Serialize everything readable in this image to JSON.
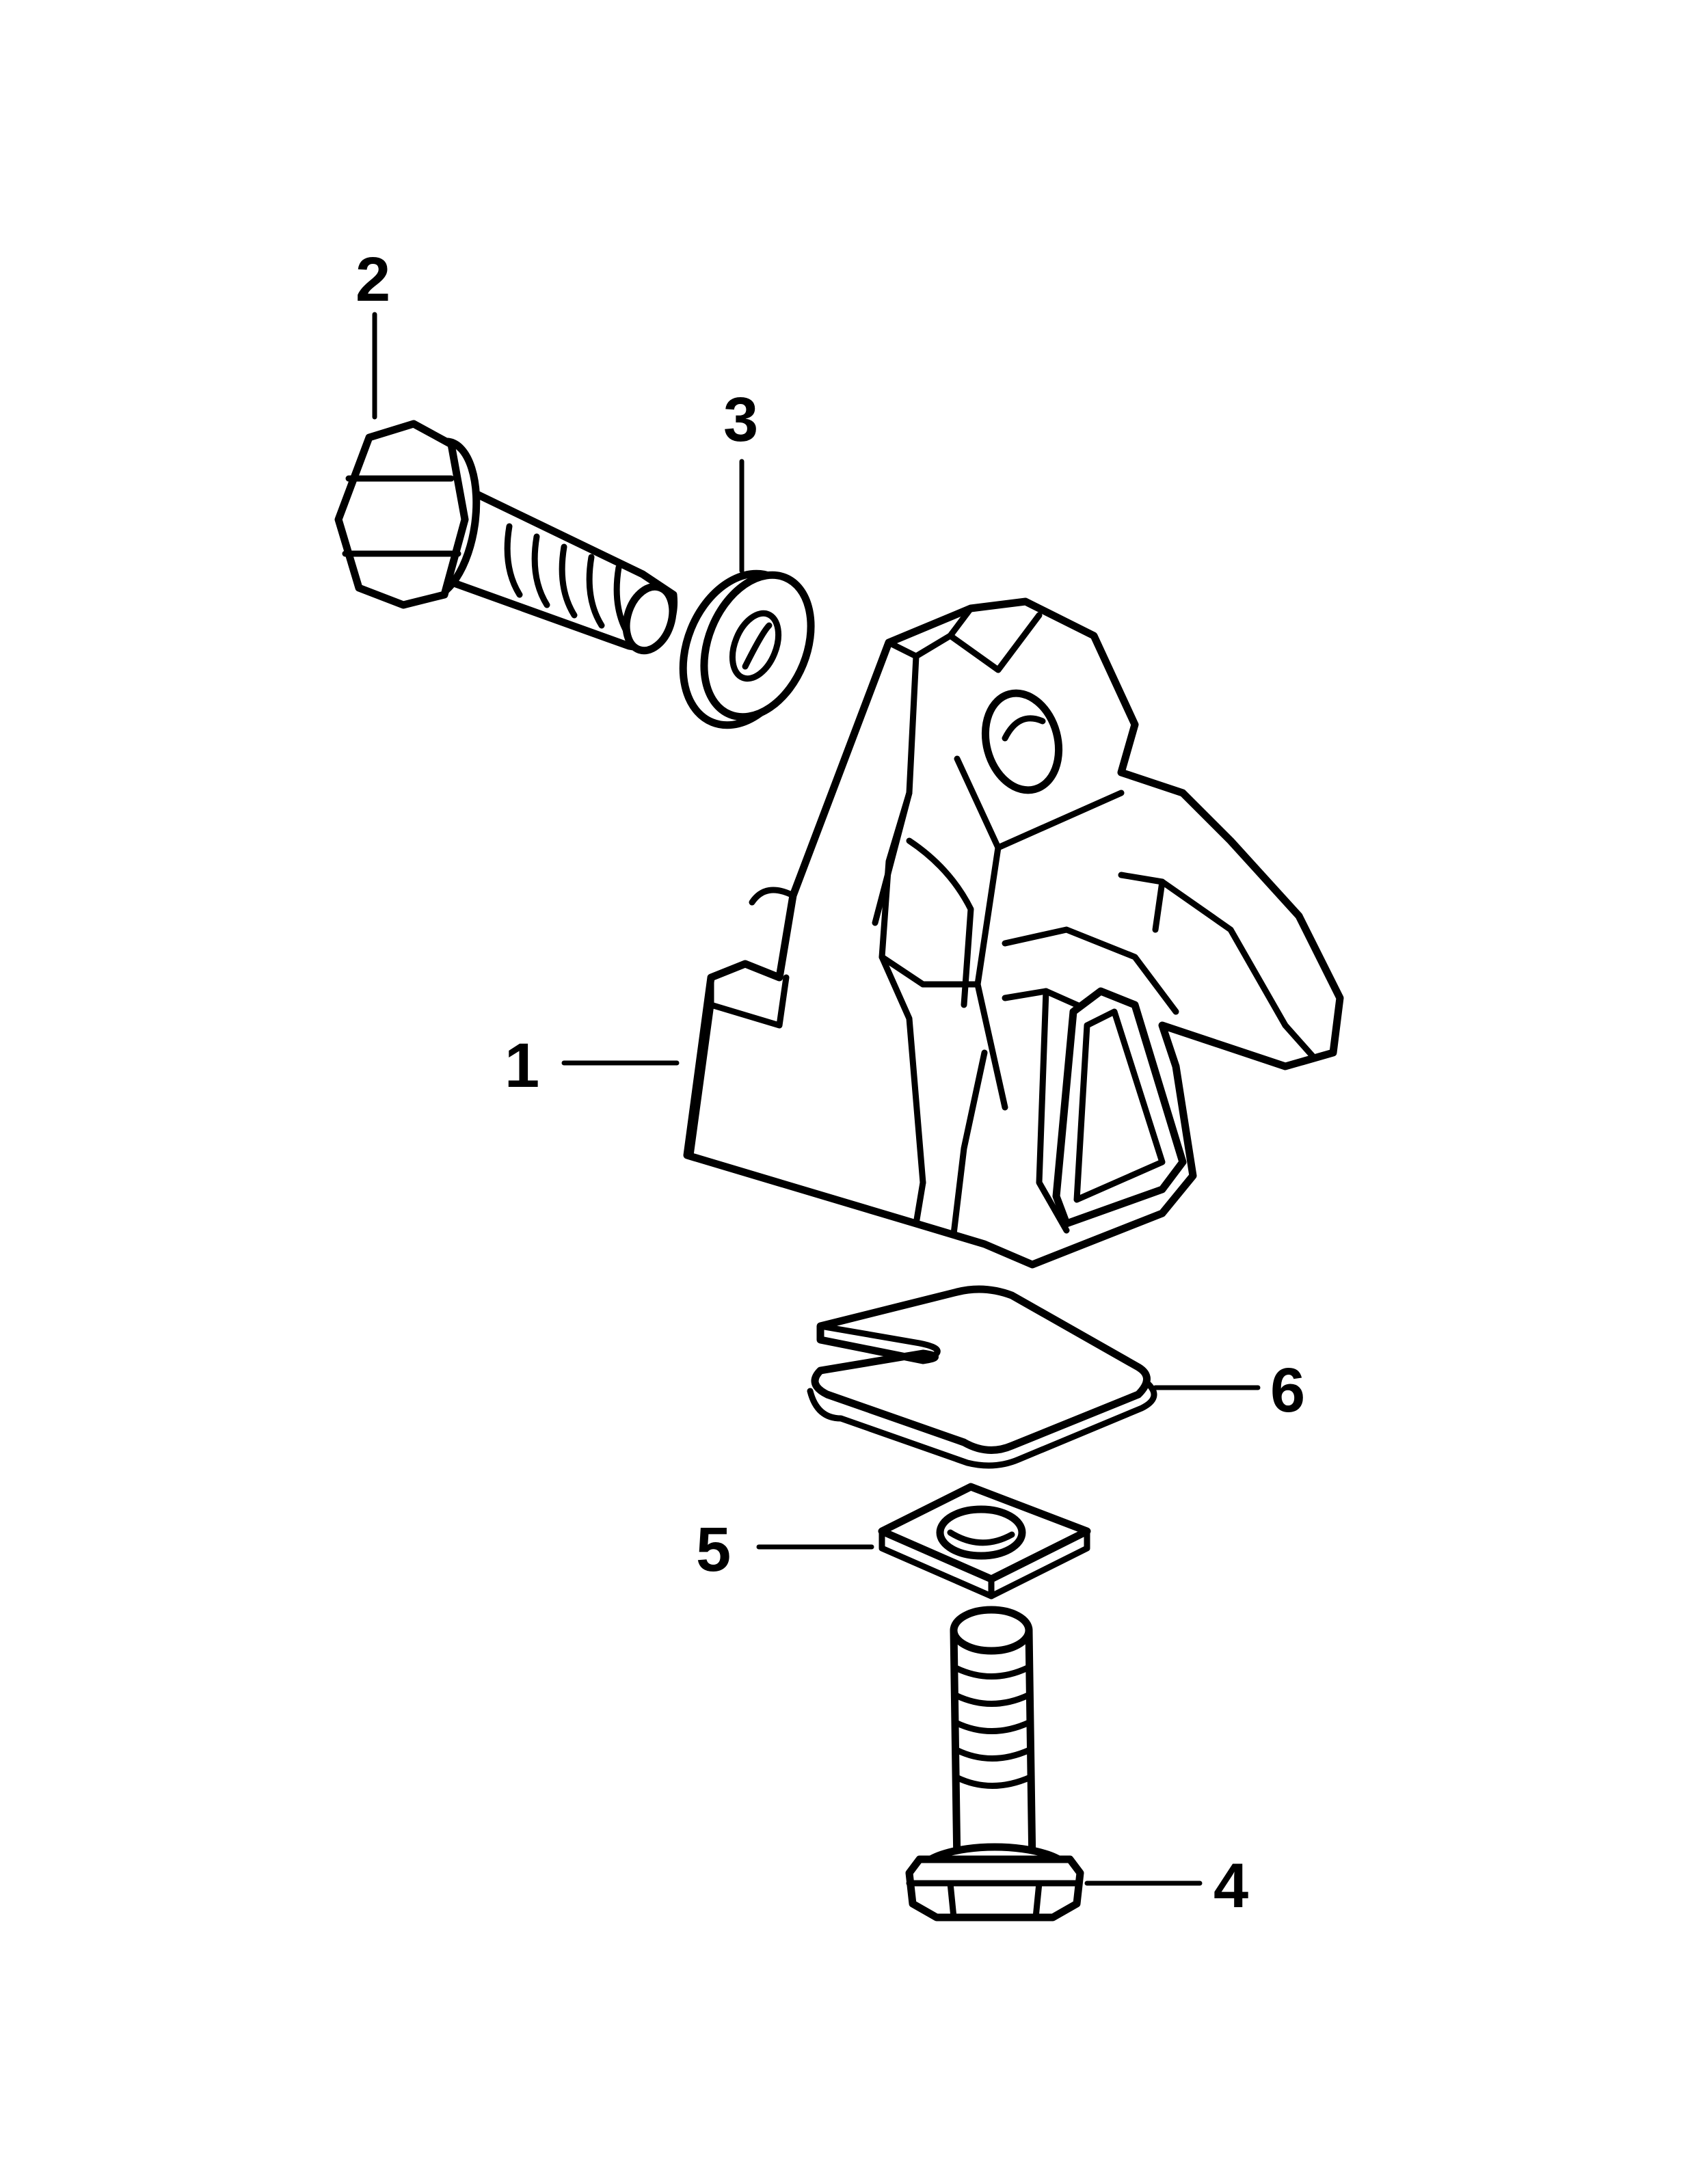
{
  "diagram": {
    "colors": {
      "line": "#000000",
      "background": "#ffffff"
    },
    "parts": [
      {
        "id": "mount",
        "callout": "1"
      },
      {
        "id": "horizontal-bolt",
        "callout": "2"
      },
      {
        "id": "washer",
        "callout": "3"
      },
      {
        "id": "vertical-bolt",
        "callout": "4"
      },
      {
        "id": "square-washer",
        "callout": "5"
      },
      {
        "id": "slotted-shim",
        "callout": "6"
      }
    ]
  }
}
